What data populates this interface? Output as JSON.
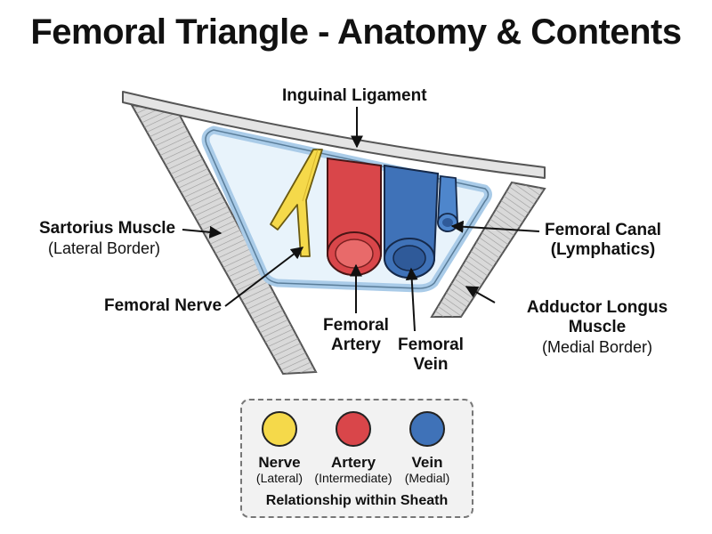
{
  "title": "Femoral Triangle - Anatomy & Contents",
  "labels": {
    "inguinal_ligament": "Inguinal Ligament",
    "sartorius": "Sartorius Muscle",
    "sartorius_sub": "(Lateral Border)",
    "femoral_nerve": "Femoral Nerve",
    "femoral_artery_1": "Femoral",
    "femoral_artery_2": "Artery",
    "femoral_vein_1": "Femoral",
    "femoral_vein_2": "Vein",
    "femoral_canal_1": "Femoral Canal",
    "femoral_canal_2": "(Lymphatics)",
    "adductor": "Adductor Longus Muscle",
    "adductor_sub": "(Medial Border)"
  },
  "legend": {
    "items": [
      {
        "name": "Nerve",
        "desc": "(Lateral)",
        "color": "#f5d94a"
      },
      {
        "name": "Artery",
        "desc": "(Intermediate)",
        "color": "#d9464a"
      },
      {
        "name": "Vein",
        "desc": "(Medial)",
        "color": "#3f72b8"
      }
    ],
    "caption": "Relationship within Sheath"
  },
  "colors": {
    "nerve": "#f5d94a",
    "artery": "#d9464a",
    "vein": "#3f72b8",
    "sheath": "#a9cbe8",
    "muscle": "#d6d6d6"
  }
}
